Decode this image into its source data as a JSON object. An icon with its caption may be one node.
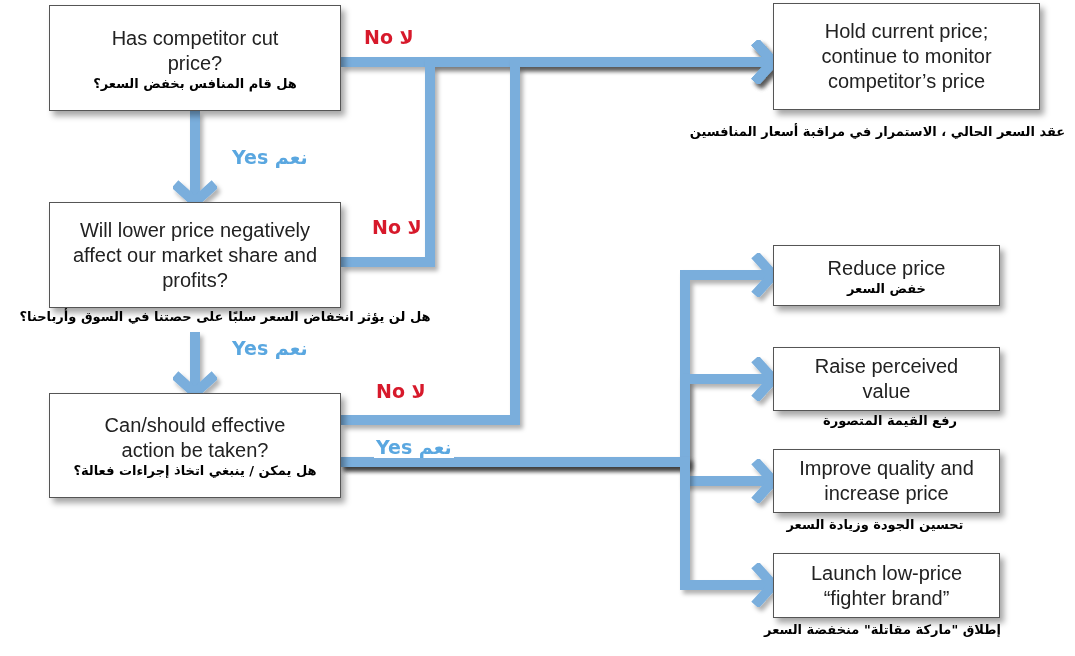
{
  "diagram": {
    "nodes": [
      {
        "text": [
          "Has competitor cut price?",
          "هل قام المنافس بخفض السعر؟"
        ]
      },
      {
        "text": [
          "Will lower price negatively affect our market share and profits?"
        ],
        "beside": [
          "هل لن يؤثر انخفاض السعر سلبًا على حصتنا في السوق وأرباحنا؟"
        ]
      },
      {
        "text": [
          "Can/should effective action be taken?",
          "هل يمكن / ينبغي اتخاذ إجراءات فعالة؟"
        ]
      },
      {
        "text": [
          "Hold current price; continue to monitor competitor’s price"
        ],
        "beside": [
          "عقد السعر الحالي ، الاستمرار في مراقبة أسعار المنافسين"
        ]
      },
      {
        "text": [
          "Reduce price",
          "خفض السعر"
        ]
      },
      {
        "text": [
          "Raise perceived value"
        ],
        "beside": [
          "رفع القيمة المتصورة"
        ]
      },
      {
        "text": [
          "Improve quality and increase price"
        ],
        "beside": [
          "تحسين الجودة وزيادة السعر"
        ]
      },
      {
        "text": [
          "Launch low-price “fighter brand”"
        ],
        "beside": [
          "إطلاق \"ماركة مقاتلة\" منخفضة السعر"
        ]
      }
    ],
    "edges": [
      {
        "from": 0,
        "to": 3,
        "arrow": "to",
        "label": "No لا"
      },
      {
        "from": 0,
        "to": 1,
        "arrow": "to",
        "label": "Yes نعم"
      },
      {
        "from": 1,
        "to": 3,
        "arrow": "to",
        "label": "No لا"
      },
      {
        "from": 1,
        "to": 2,
        "arrow": "to",
        "label": "Yes نعم"
      },
      {
        "from": 2,
        "to": 3,
        "arrow": "to",
        "label": "No لا"
      },
      {
        "from": 2,
        "to": 4,
        "arrow": "to",
        "label": "Yes نعم"
      },
      {
        "from": 2,
        "to": 5,
        "arrow": "to"
      },
      {
        "from": 2,
        "to": 6,
        "arrow": "to"
      },
      {
        "from": 2,
        "to": 7,
        "arrow": "to"
      }
    ]
  }
}
